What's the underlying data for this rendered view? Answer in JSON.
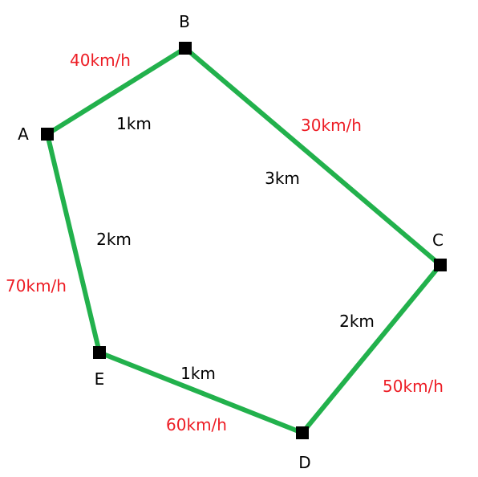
{
  "colors": {
    "edge": "#22b14c",
    "node": "#000000",
    "speed": "#ed1c24",
    "text": "#000000"
  },
  "nodes": [
    {
      "id": "B",
      "label": "B"
    },
    {
      "id": "A",
      "label": "A"
    },
    {
      "id": "C",
      "label": "C"
    },
    {
      "id": "E",
      "label": "E"
    },
    {
      "id": "D",
      "label": "D"
    }
  ],
  "edges": [
    {
      "from": "A",
      "to": "B",
      "distance": "1km",
      "speed": "40km/h"
    },
    {
      "from": "B",
      "to": "C",
      "distance": "3km",
      "speed": "30km/h"
    },
    {
      "from": "C",
      "to": "D",
      "distance": "2km",
      "speed": "50km/h"
    },
    {
      "from": "D",
      "to": "E",
      "distance": "1km",
      "speed": "60km/h"
    },
    {
      "from": "E",
      "to": "A",
      "distance": "2km",
      "speed": "70km/h"
    }
  ]
}
